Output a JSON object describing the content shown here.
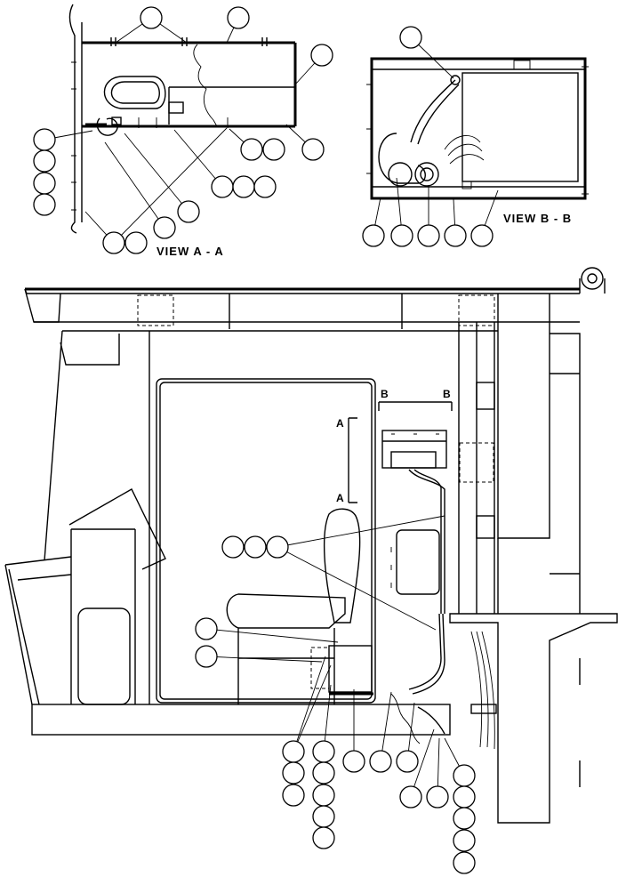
{
  "views": {
    "view_a_label": "VIEW A - A",
    "view_b_label": "VIEW B -  B"
  },
  "section_markers": {
    "a_top": "A",
    "a_bottom": "A",
    "b_left": "B",
    "b_right": "B"
  },
  "balloon_text": ""
}
